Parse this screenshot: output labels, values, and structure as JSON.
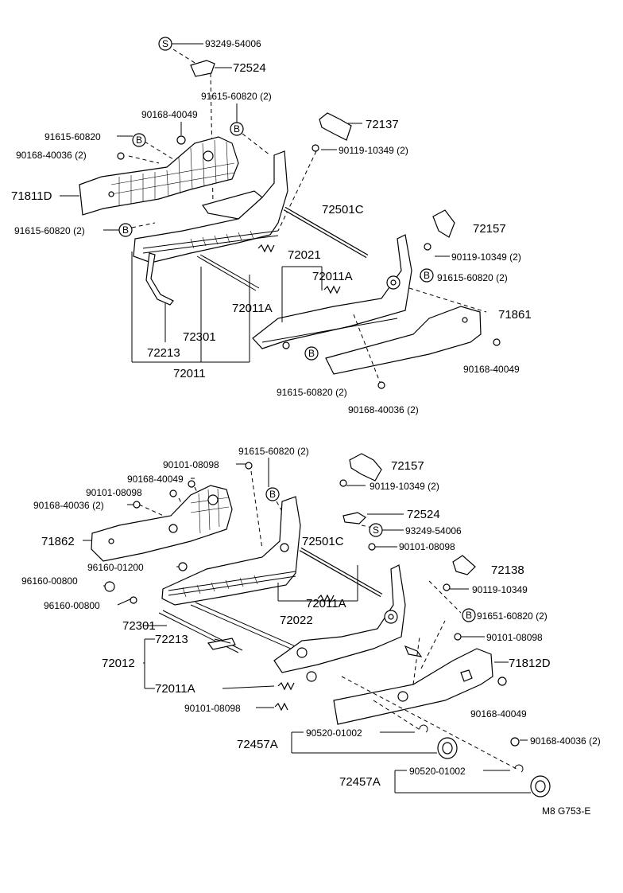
{
  "top_section": {
    "labels": [
      {
        "id": "t_93249_54006",
        "text": "93249-54006"
      },
      {
        "id": "t_72524",
        "text": "72524"
      },
      {
        "id": "t_91615_60820_2a",
        "text": "91615-60820 (2)"
      },
      {
        "id": "t_90168_40049a",
        "text": "90168-40049"
      },
      {
        "id": "t_72137",
        "text": "72137"
      },
      {
        "id": "t_91615_60820",
        "text": "91615-60820"
      },
      {
        "id": "t_90119_10349_2a",
        "text": "90119-10349 (2)"
      },
      {
        "id": "t_90168_40036_2a",
        "text": "90168-40036 (2)"
      },
      {
        "id": "t_71811D",
        "text": "71811D"
      },
      {
        "id": "t_72501C_a",
        "text": "72501C"
      },
      {
        "id": "t_72157_a",
        "text": "72157"
      },
      {
        "id": "t_91615_60820_2b",
        "text": "91615-60820 (2)"
      },
      {
        "id": "t_90119_10349_2b",
        "text": "90119-10349 (2)"
      },
      {
        "id": "t_72021",
        "text": "72021"
      },
      {
        "id": "t_72011A_a",
        "text": "72011A"
      },
      {
        "id": "t_91615_60820_2c",
        "text": "91615-60820 (2)"
      },
      {
        "id": "t_72011A_b",
        "text": "72011A"
      },
      {
        "id": "t_71861",
        "text": "71861"
      },
      {
        "id": "t_72301_a",
        "text": "72301"
      },
      {
        "id": "t_72213_a",
        "text": "72213"
      },
      {
        "id": "t_72011",
        "text": "72011"
      },
      {
        "id": "t_90168_40049b",
        "text": "90168-40049"
      },
      {
        "id": "t_91615_60820_2d",
        "text": "91615-60820 (2)"
      },
      {
        "id": "t_90168_40036_2b",
        "text": "90168-40036 (2)"
      }
    ]
  },
  "bottom_section": {
    "labels": [
      {
        "id": "b_91615_60820_2",
        "text": "91615-60820 (2)"
      },
      {
        "id": "b_90101_08098a",
        "text": "90101-08098"
      },
      {
        "id": "b_72157",
        "text": "72157"
      },
      {
        "id": "b_90168_40049a",
        "text": "90168-40049"
      },
      {
        "id": "b_90119_10349_2",
        "text": "90119-10349 (2)"
      },
      {
        "id": "b_90101_08098b",
        "text": "90101-08098"
      },
      {
        "id": "b_90168_40036_2a",
        "text": "90168-40036 (2)"
      },
      {
        "id": "b_72524",
        "text": "72524"
      },
      {
        "id": "b_71862",
        "text": "71862"
      },
      {
        "id": "b_93249_54006",
        "text": "93249-54006"
      },
      {
        "id": "b_72501C",
        "text": "72501C"
      },
      {
        "id": "b_90101_08098c",
        "text": "90101-08098"
      },
      {
        "id": "b_96160_01200",
        "text": "96160-01200"
      },
      {
        "id": "b_72138",
        "text": "72138"
      },
      {
        "id": "b_96160_00800a",
        "text": "96160-00800"
      },
      {
        "id": "b_90119_10349",
        "text": "90119-10349"
      },
      {
        "id": "b_72011A_a",
        "text": "72011A"
      },
      {
        "id": "b_96160_00800b",
        "text": "96160-00800"
      },
      {
        "id": "b_91651_60820_2",
        "text": "91651-60820 (2)"
      },
      {
        "id": "b_72022",
        "text": "72022"
      },
      {
        "id": "b_72301",
        "text": "72301"
      },
      {
        "id": "b_90101_08098d",
        "text": "90101-08098"
      },
      {
        "id": "b_72213",
        "text": "72213"
      },
      {
        "id": "b_72012",
        "text": "72012"
      },
      {
        "id": "b_71812D",
        "text": "71812D"
      },
      {
        "id": "b_72011A_b",
        "text": "72011A"
      },
      {
        "id": "b_90168_40049b",
        "text": "90168-40049"
      },
      {
        "id": "b_90101_08098e",
        "text": "90101-08098"
      },
      {
        "id": "b_90520_01002a",
        "text": "90520-01002"
      },
      {
        "id": "b_90168_40036_2b",
        "text": "90168-40036 (2)"
      },
      {
        "id": "b_72457A_a",
        "text": "72457A"
      },
      {
        "id": "b_72457A_b",
        "text": "72457A"
      },
      {
        "id": "b_90520_01002b",
        "text": "90520-01002"
      }
    ]
  },
  "symbols": {
    "S": "S",
    "B": "B"
  },
  "footer": {
    "code": "M8  G753-E"
  }
}
